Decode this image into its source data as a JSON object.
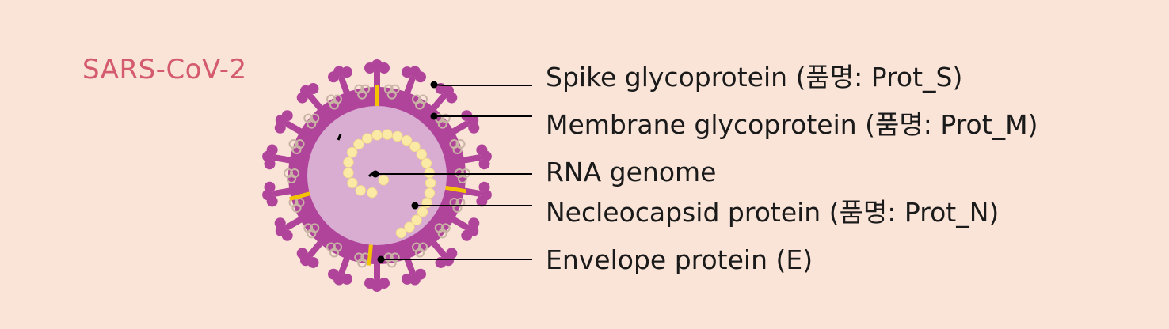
{
  "title": "SARS-CoV-2",
  "labels": [
    "Spike glycoprotein (품명: Prot_S)",
    "Membrane glycoprotein (품명: Prot_M)",
    "RNA genome",
    "Necleocapsid protein (품명: Prot_N)",
    "Envelope protein (E)"
  ],
  "colors": {
    "background": "#fae4d8",
    "title": "#d45a6e",
    "envelope": "#b0449a",
    "capsid": "#d9acd2",
    "rna_beads": "#fbe9a6",
    "e_protein": "#f5c400",
    "m_protein": "#c9b3a5",
    "leader_line": "#000000"
  }
}
